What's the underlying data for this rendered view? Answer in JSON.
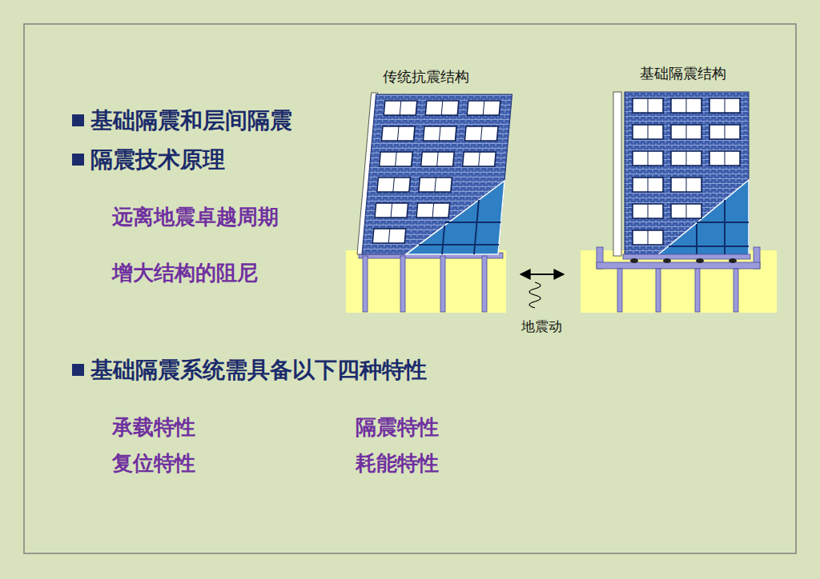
{
  "diagram": {
    "labels": [
      "传统抗震结构",
      "基础隔震结构",
      "基础隔震和层间隔震",
      "隔震技术原理",
      "远离地震卓越周期",
      "增大结构的阻尼",
      "地震动",
      "基础隔震系统需具备以下四种特性",
      "承载特性",
      "隔震特性",
      "复位特性",
      "耗能特性"
    ]
  }
}
